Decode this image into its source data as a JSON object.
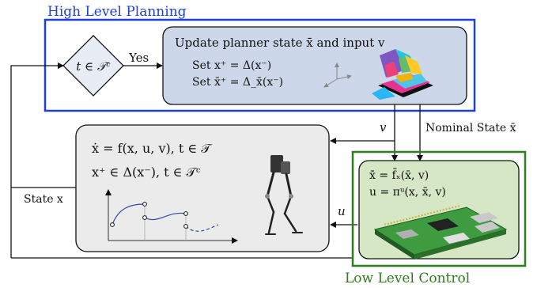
{
  "high_level": {
    "title": "High Level Planning",
    "decision": "t ∈ 𝒯ᶜ",
    "yes_label": "Yes",
    "update_title": "Update planner state x̄ and input v",
    "set_line1": "Set x⁺ = Δ(x⁻)",
    "set_line2": "Set x̄⁺ = Δ_x̄(x⁻)"
  },
  "signals": {
    "v": "v",
    "nominal_state": "Nominal State x̄",
    "state_x": "State x",
    "u": "u"
  },
  "dynamics": {
    "eq1": "ẋ = f(x, u, v),  t ∈ 𝒯",
    "eq2": "x⁺ ∈ Δ(x⁻),  t ∈ 𝒯ᶜ"
  },
  "low_level": {
    "title": "Low Level Control",
    "eq1": "x̄̇ = f̄ₓ(x̄, v)",
    "eq2": "u = πᵘ(x, x̄, v)"
  },
  "colors": {
    "high_level_border": "#1f3fd6",
    "low_level_border": "#2e7d1e",
    "planner_fill": "#cdd7ea",
    "dynamics_fill": "#ebebeb",
    "controller_fill": "#d6e7c6"
  }
}
